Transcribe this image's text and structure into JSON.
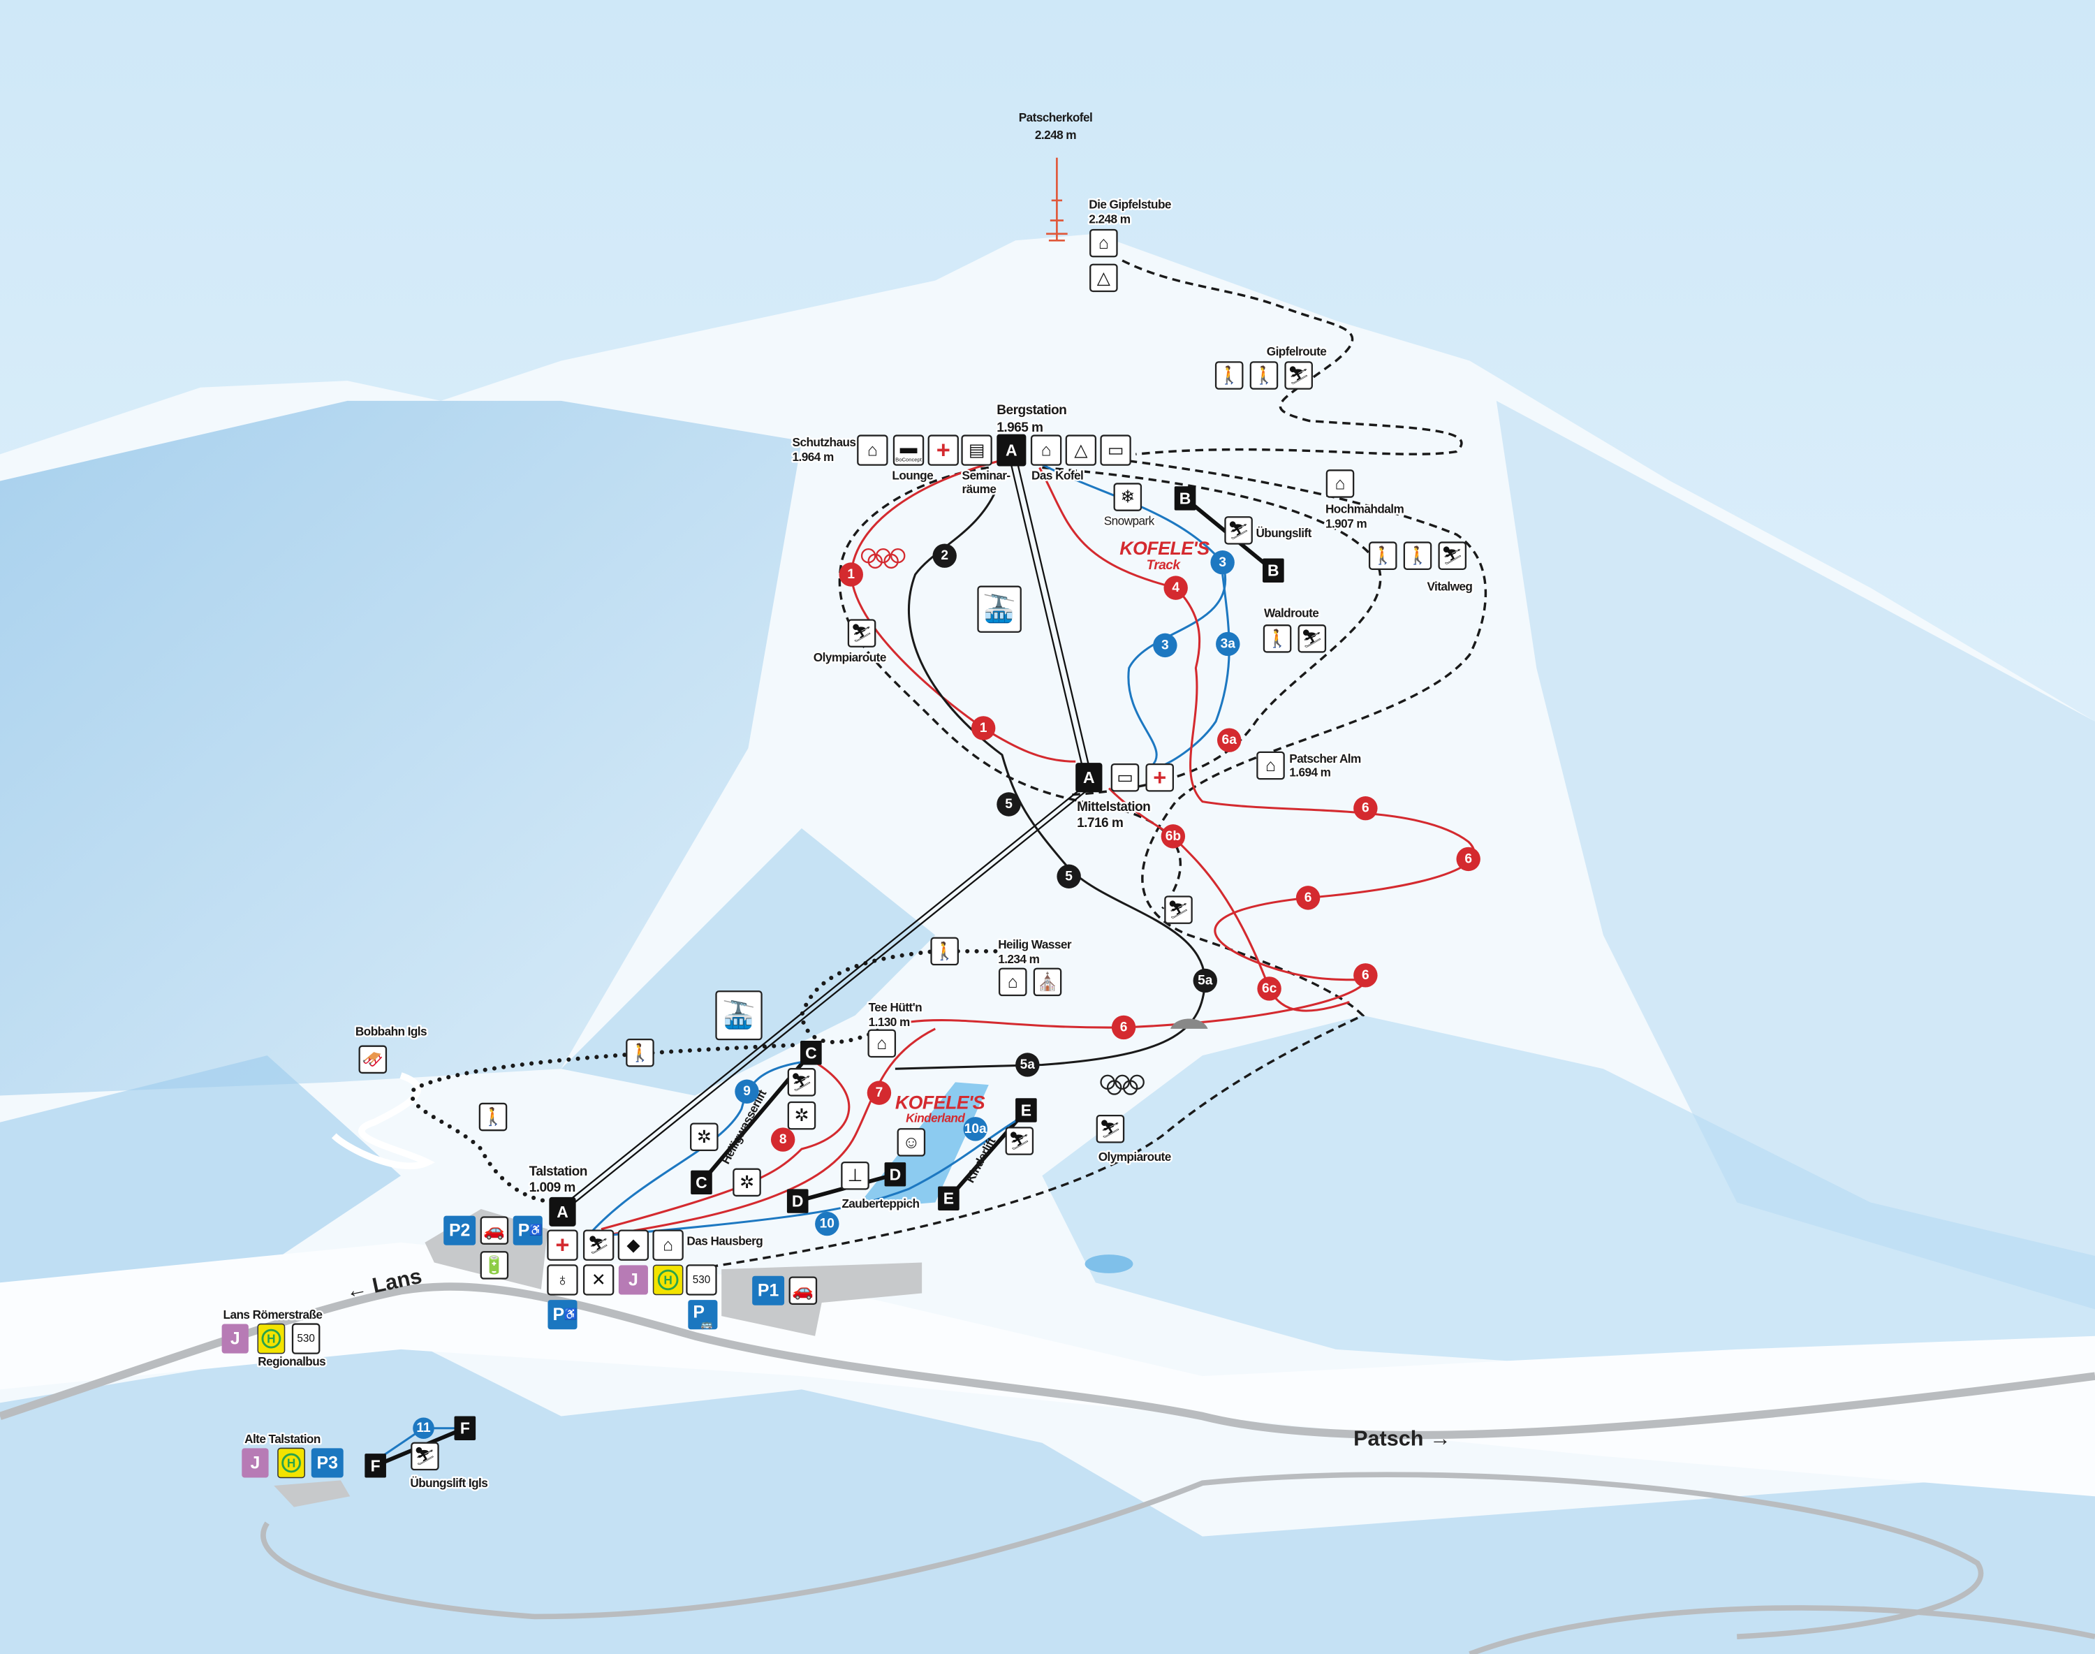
{
  "map": {
    "summit": {
      "name": "Patscherkofel",
      "elevation": "2.248 m"
    },
    "gipfelstube": {
      "name": "Die Gipfelstube",
      "elevation": "2.248 m"
    },
    "bergstation": {
      "name": "Bergstation",
      "elevation": "1.965 m"
    },
    "schutzhaus": {
      "name": "Schutzhaus",
      "elevation": "1.964 m"
    },
    "hochmahdalm": {
      "name": "Hochmahdalm",
      "elevation": "1.907 m"
    },
    "patscher_alm": {
      "name": "Patscher Alm",
      "elevation": "1.694 m"
    },
    "mittelstation": {
      "name": "Mittelstation",
      "elevation": "1.716 m"
    },
    "heilig_wasser": {
      "name": "Heilig Wasser",
      "elevation": "1.234 m"
    },
    "tee_huettn": {
      "name": "Tee Hütt'n",
      "elevation": "1.130 m"
    },
    "talstation": {
      "name": "Talstation",
      "elevation": "1.009 m"
    },
    "labels": {
      "lounge": "Lounge",
      "seminar1": "Seminar-",
      "seminar2": "räume",
      "das_kofel": "Das Kofel",
      "snowpark": "Snowpark",
      "uebungslift": "Übungslift",
      "gipfelroute": "Gipfelroute",
      "vitalweg": "Vitalweg",
      "waldroute": "Waldroute",
      "olympiaroute": "Olympiaroute",
      "bobbahn": "Bobbahn Igls",
      "heiligwasserlift": "Heiligwasserlift",
      "zauberteppich": "Zauberteppich",
      "kinderlift": "Kinderlift",
      "das_hausberg": "Das Hausberg",
      "lans": "← Lans",
      "patsch": "Patsch →",
      "lans_roemerstrasse": "Lans Römerstraße",
      "regionalbus": "Regionalbus",
      "alte_talstation": "Alte Talstation",
      "uebungslift_igls": "Übungslift Igls",
      "kofeles_track_1": "KOFELE'S",
      "kofeles_track_2": "Track",
      "kofeles_kinderland_1": "KOFELE'S",
      "kofeles_kinderland_2": "Kinderland",
      "boconcept": "BoConcept"
    },
    "lifts": {
      "A": "A",
      "B": "B",
      "C": "C",
      "D": "D",
      "E": "E",
      "F": "F"
    },
    "pistes": {
      "p1": "1",
      "p2": "2",
      "p3": "3",
      "p3a": "3a",
      "p4": "4",
      "p5": "5",
      "p5a": "5a",
      "p6": "6",
      "p6a": "6a",
      "p6b": "6b",
      "p6c": "6c",
      "p7": "7",
      "p8": "8",
      "p9": "9",
      "p10": "10",
      "p10a": "10a",
      "p11": "11"
    },
    "parking": {
      "p1": "P1",
      "p2": "P2",
      "p3": "P3",
      "p": "P",
      "bus_line": "530",
      "bus_stop": "H",
      "info": "J"
    },
    "colors": {
      "red_piste": "#d42a2f",
      "blue_piste": "#1d78c1",
      "black_piste": "#1a1a1a",
      "parking": "#1b77c0",
      "info": "#b77bb5",
      "bus_stop": "#f3e300"
    }
  }
}
